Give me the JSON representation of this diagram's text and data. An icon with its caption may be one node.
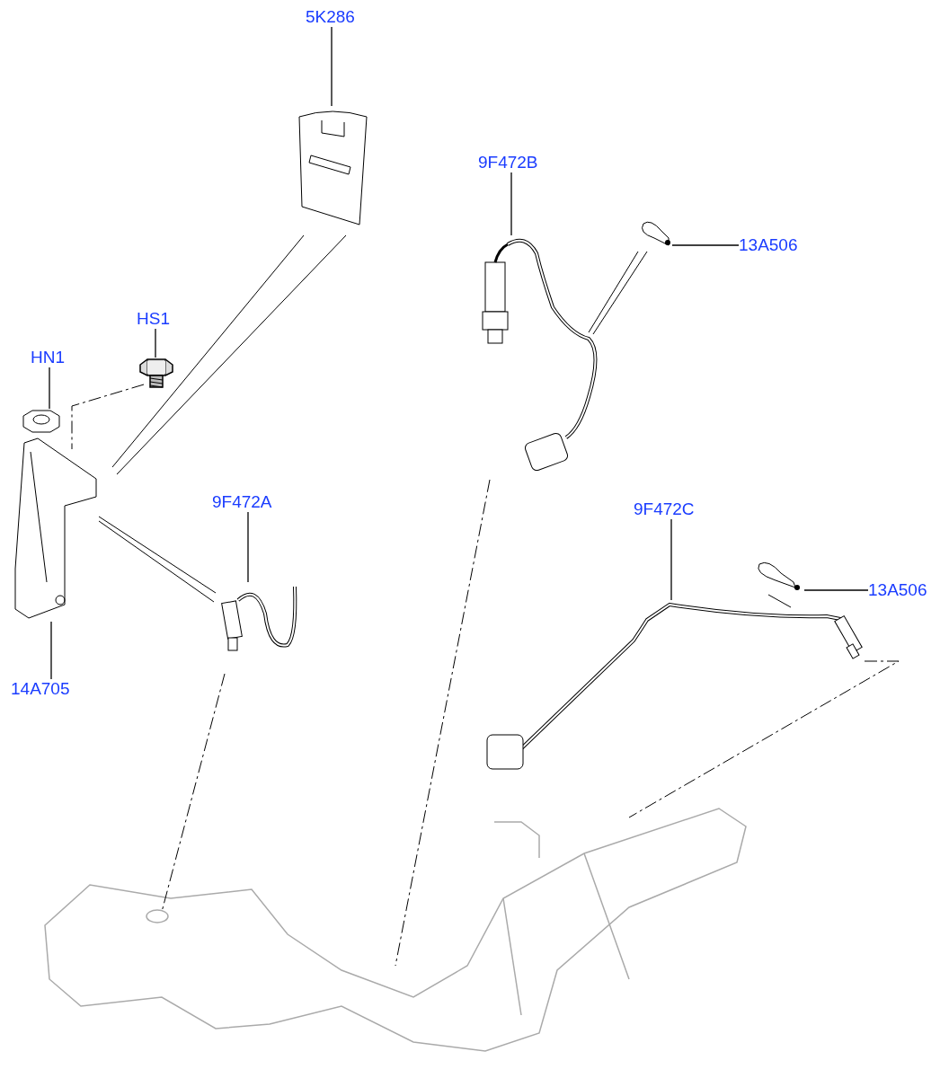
{
  "diagram": {
    "nodes": [
      {
        "text": [
          "5K286"
        ]
      },
      {
        "text": [
          "9F472B"
        ]
      },
      {
        "text": [
          "13A506"
        ]
      },
      {
        "text": [
          "HS1"
        ]
      },
      {
        "text": [
          "HN1"
        ]
      },
      {
        "text": [
          "9F472A"
        ]
      },
      {
        "text": [
          "9F472C"
        ]
      },
      {
        "text": [
          "13A506"
        ]
      },
      {
        "text": [
          "14A705"
        ]
      },
      {
        "text": [],
        "shape": "picture"
      },
      {
        "text": [],
        "shape": "picture"
      },
      {
        "text": [],
        "shape": "picture"
      },
      {
        "text": [],
        "shape": "picture"
      },
      {
        "text": [],
        "shape": "picture"
      },
      {
        "text": [],
        "shape": "picture"
      },
      {
        "text": [],
        "shape": "picture"
      },
      {
        "text": [],
        "shape": "picture"
      },
      {
        "text": [],
        "shape": "picture"
      }
    ],
    "edges": [
      {
        "from": 0,
        "to": 9,
        "arrow": "none"
      },
      {
        "from": 1,
        "to": 10,
        "arrow": "none"
      },
      {
        "from": 2,
        "to": 11,
        "arrow": "none"
      },
      {
        "from": 3,
        "to": 12,
        "arrow": "none"
      },
      {
        "from": 4,
        "to": 13,
        "arrow": "none"
      },
      {
        "from": 5,
        "to": 14,
        "arrow": "none"
      },
      {
        "from": 6,
        "to": 15,
        "arrow": "none"
      },
      {
        "from": 7,
        "to": 16,
        "arrow": "none"
      },
      {
        "from": 8,
        "to": 17,
        "arrow": "none"
      }
    ]
  }
}
